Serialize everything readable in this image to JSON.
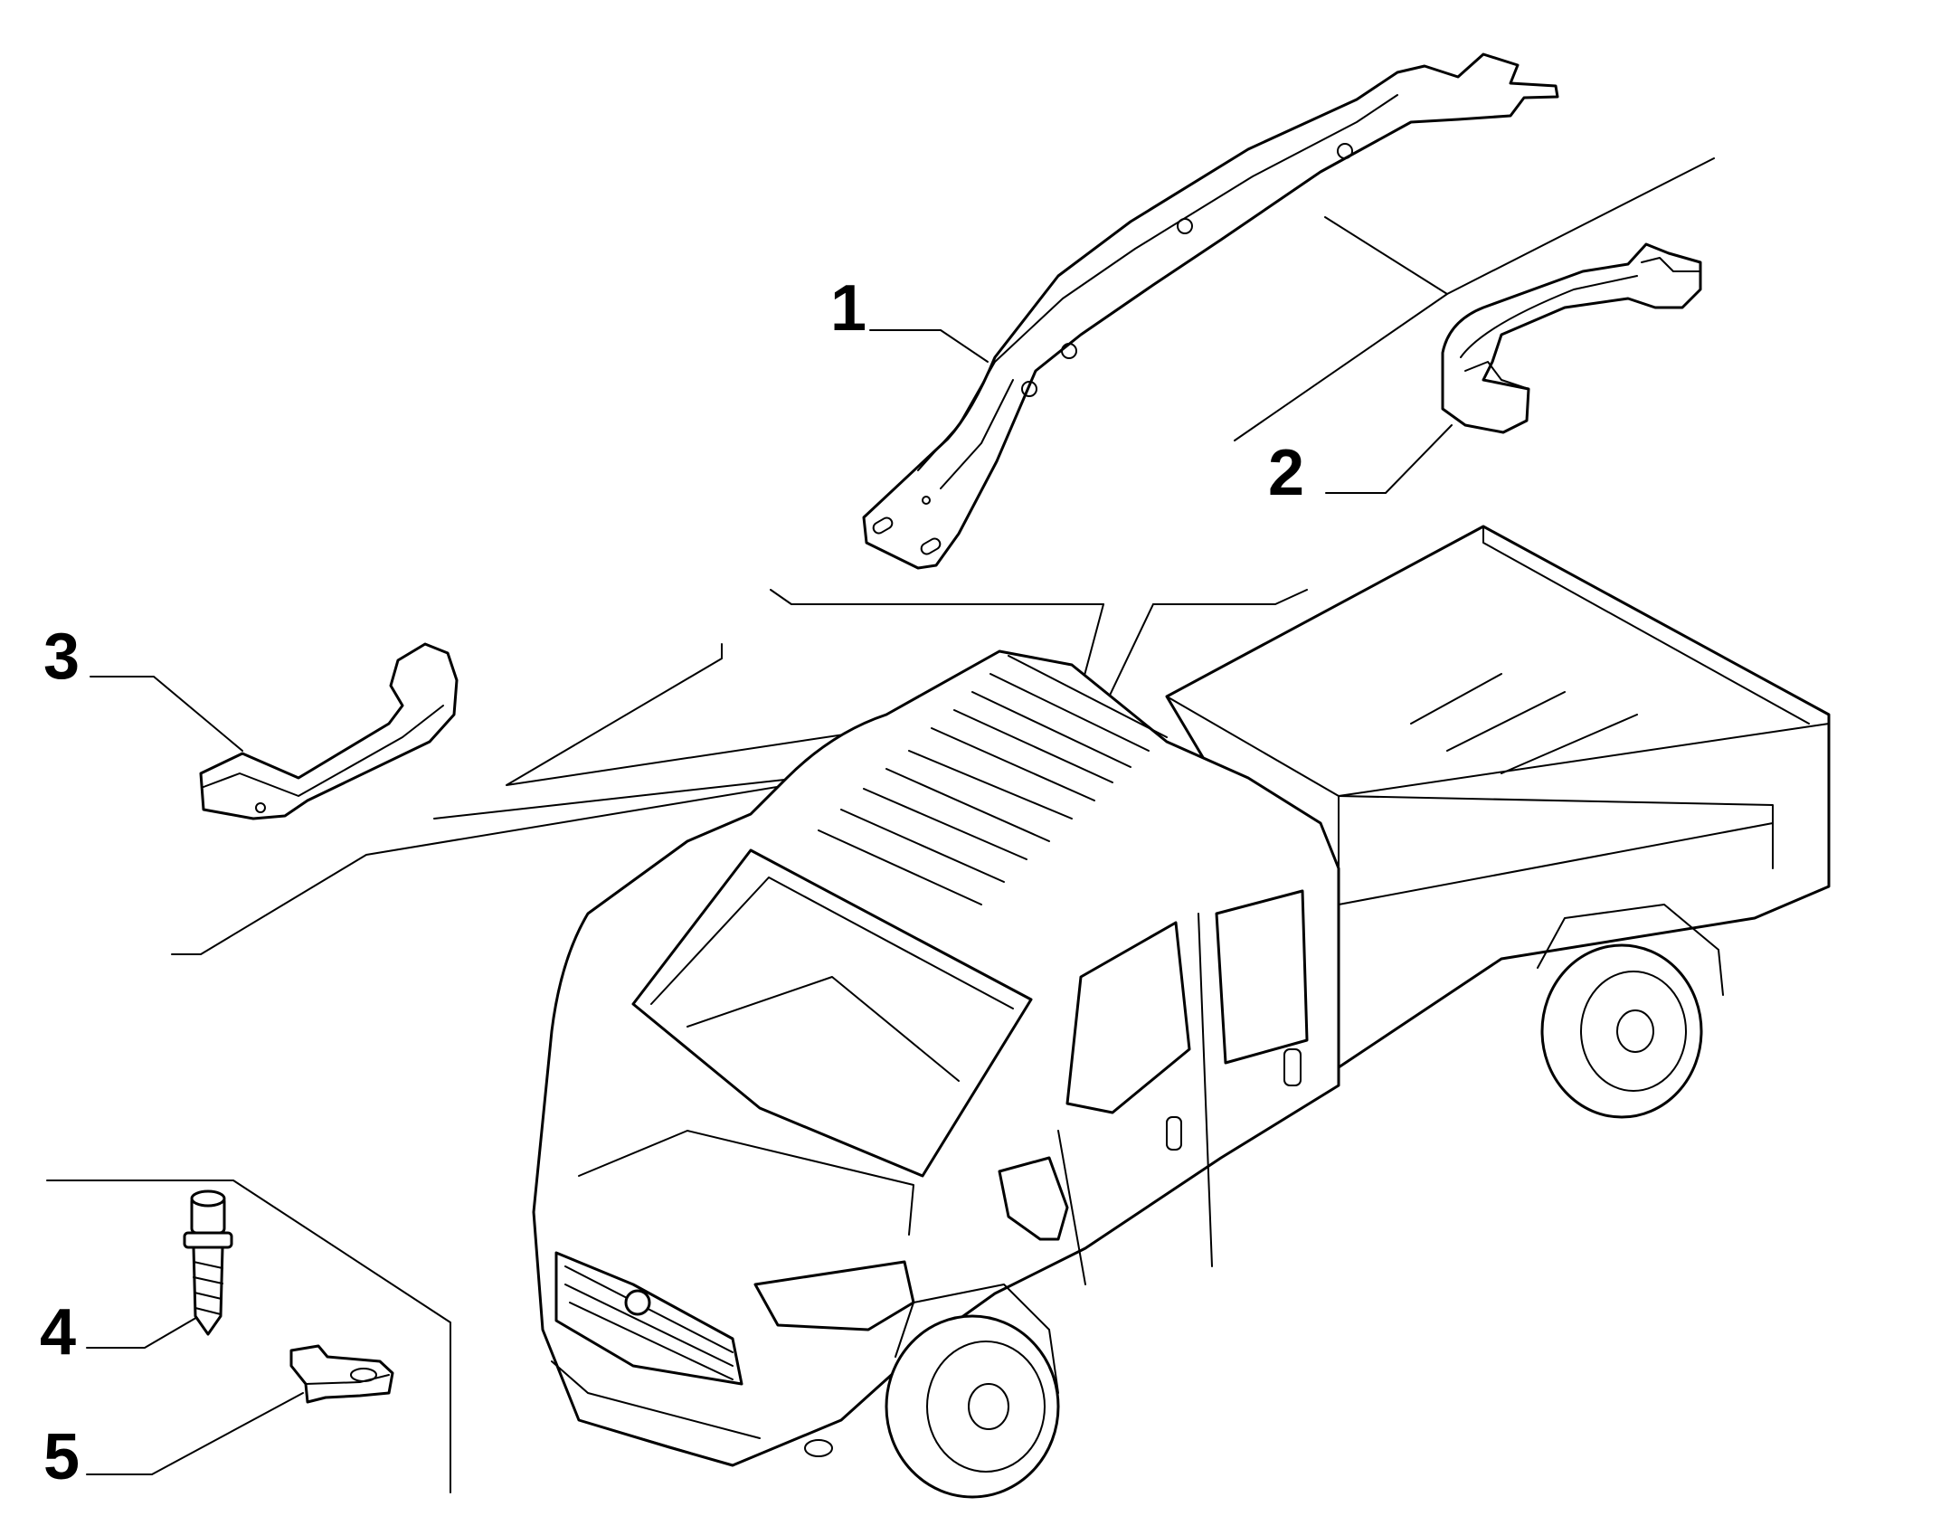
{
  "callouts": [
    {
      "id": "1",
      "label": "1",
      "part": "roof-crossmember"
    },
    {
      "id": "2",
      "label": "2",
      "part": "roof-bow-bracket"
    },
    {
      "id": "3",
      "label": "3",
      "part": "grab-handle"
    },
    {
      "id": "4",
      "label": "4",
      "part": "screw"
    },
    {
      "id": "5",
      "label": "5",
      "part": "clip-nut"
    }
  ],
  "vehicle": "crew-cab-pickup-van"
}
